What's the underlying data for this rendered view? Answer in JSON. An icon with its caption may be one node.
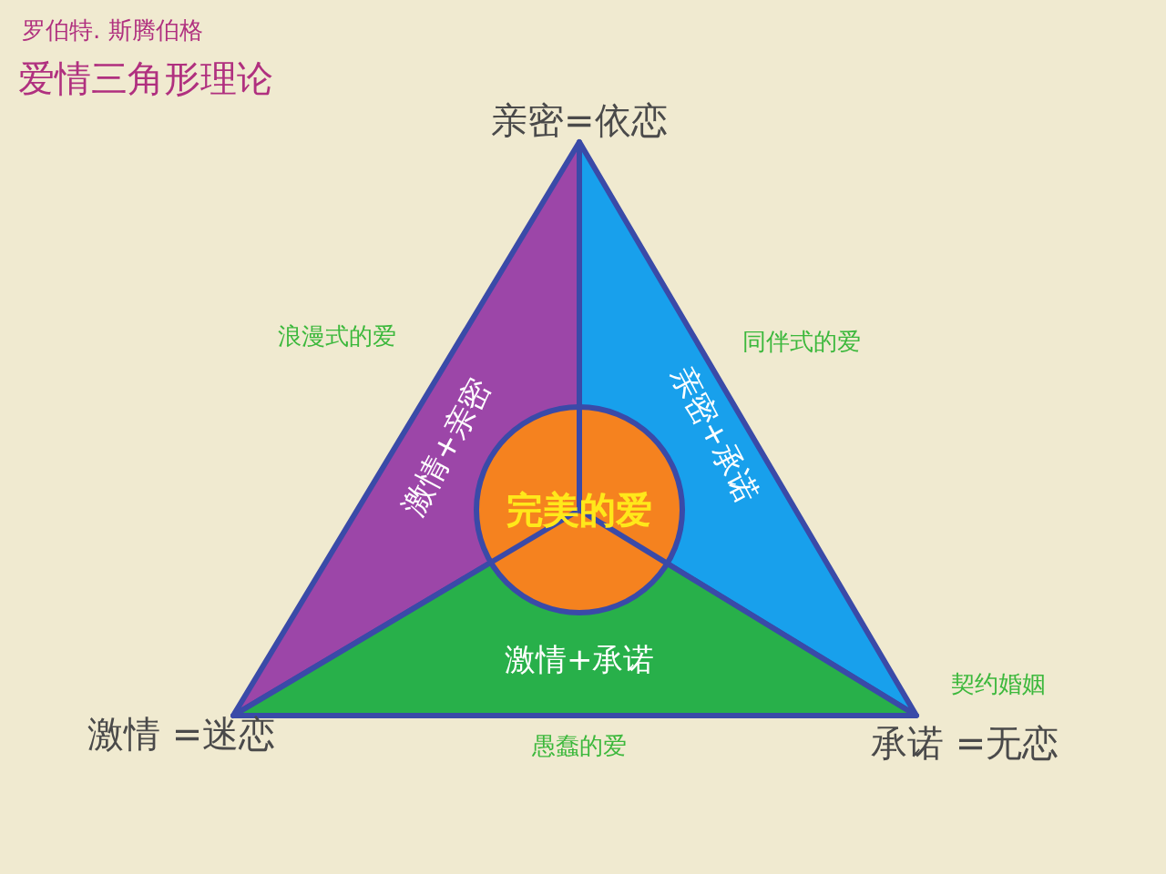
{
  "diagram": {
    "title": "爱情三角形理论",
    "nodes": [
      {
        "text": [
          "激情+亲密"
        ],
        "beside": [
          "浪漫式的爱"
        ]
      },
      {
        "text": [
          "亲密+承诺"
        ],
        "beside": [
          "同伴式的爱"
        ]
      },
      {
        "text": [
          "激情+承诺"
        ],
        "beside": [
          "愚蠢的爱"
        ]
      },
      {
        "text": [
          "完美的爱"
        ]
      }
    ],
    "edges": [],
    "labels": [
      "罗伯特. 斯腾伯格",
      "亲密=依恋",
      "契约婚姻",
      "激情 =迷恋",
      "承诺 =无恋"
    ]
  }
}
